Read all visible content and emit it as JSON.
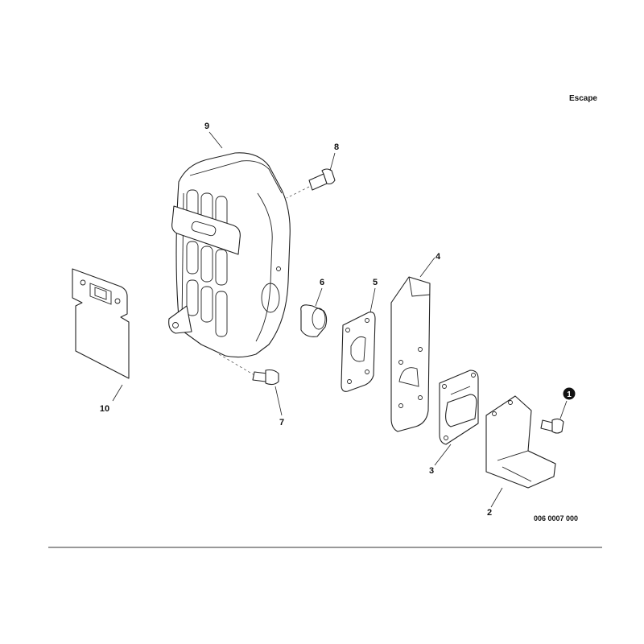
{
  "header": {
    "title": "Escape"
  },
  "diagram": {
    "code": "006 0007 000",
    "callouts": [
      {
        "id": "c1",
        "label": "1"
      },
      {
        "id": "c2",
        "label": "2"
      },
      {
        "id": "c3",
        "label": "3"
      },
      {
        "id": "c4",
        "label": "4"
      },
      {
        "id": "c5",
        "label": "5"
      },
      {
        "id": "c6",
        "label": "6"
      },
      {
        "id": "c7",
        "label": "7"
      },
      {
        "id": "c8",
        "label": "8"
      },
      {
        "id": "c9",
        "label": "9"
      },
      {
        "id": "c10",
        "label": "10"
      }
    ]
  }
}
